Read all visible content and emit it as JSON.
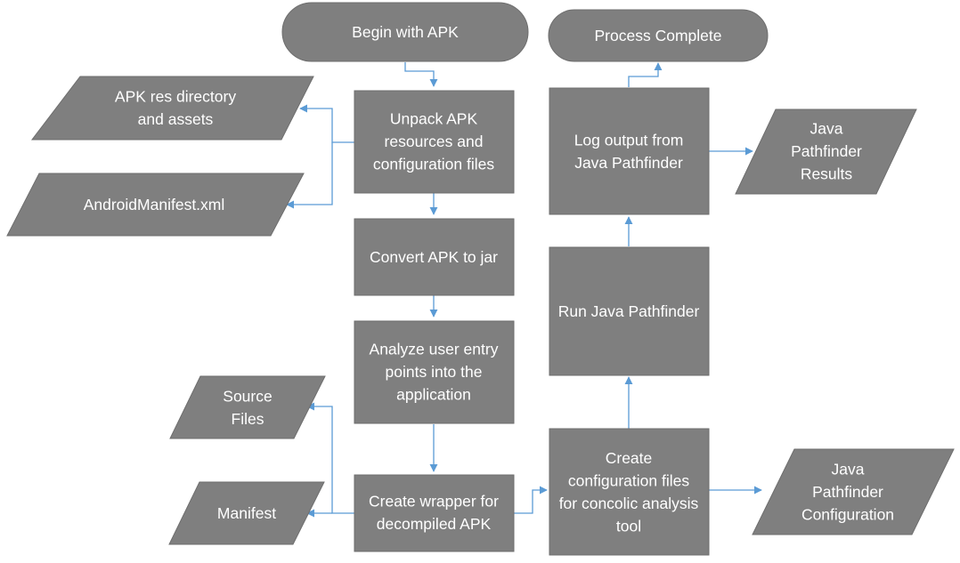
{
  "nodes": {
    "begin": [
      "Begin with APK"
    ],
    "complete": [
      "Process Complete"
    ],
    "res_assets": [
      "APK res directory",
      "and assets"
    ],
    "manifest_xml": [
      "AndroidManifest.xml"
    ],
    "unpack": [
      "Unpack APK",
      "resources and",
      "configuration files"
    ],
    "convert": [
      "Convert APK to jar"
    ],
    "analyze": [
      "Analyze user entry",
      "points into the",
      "application"
    ],
    "source_files": [
      "Source",
      "Files"
    ],
    "manifest": [
      "Manifest"
    ],
    "wrapper": [
      "Create wrapper for",
      "decompiled APK"
    ],
    "create_config": [
      "Create",
      "configuration files",
      "for concolic analysis",
      "tool"
    ],
    "run_jpf": [
      "Run Java Pathfinder"
    ],
    "log_output": [
      "Log output from",
      "Java Pathfinder"
    ],
    "jpf_results": [
      "Java",
      "Pathfinder",
      "Results"
    ],
    "jpf_config": [
      "Java",
      "Pathfinder",
      "Configuration"
    ]
  },
  "colors": {
    "node_fill": "#7f7f7f",
    "node_stroke": "#6e6e6e",
    "node_text": "#ffffff",
    "connector": "#5b9bd5",
    "background": "#ffffff"
  }
}
